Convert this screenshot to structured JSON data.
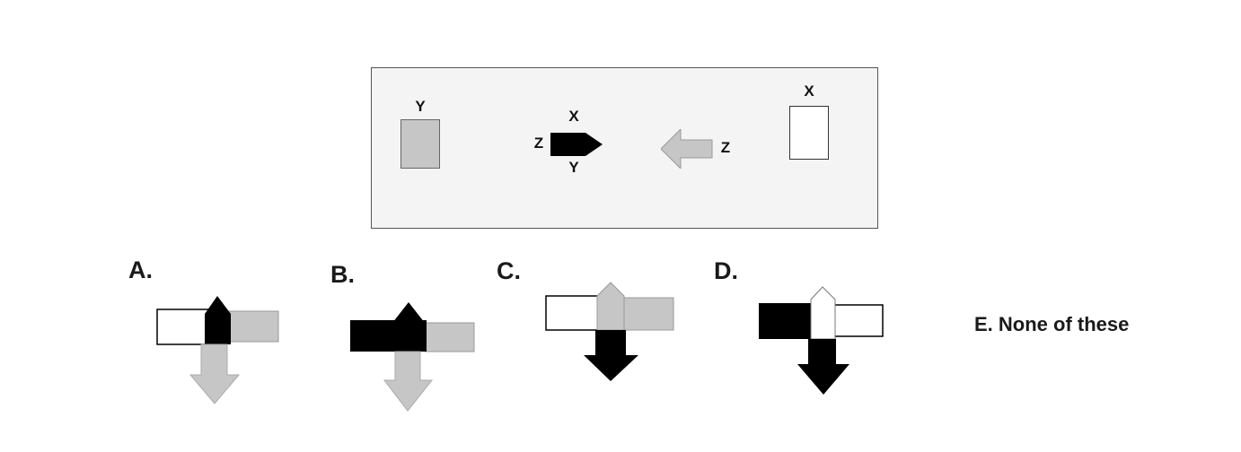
{
  "question": {
    "panel": {
      "piece_y_label": "Y",
      "arrow_black": {
        "top": "X",
        "left": "Z",
        "bottom": "Y"
      },
      "arrow_gray": {
        "right": "Z"
      },
      "piece_x_label": "X"
    },
    "options": [
      {
        "label": "A."
      },
      {
        "label": "B."
      },
      {
        "label": "C."
      },
      {
        "label": "D."
      }
    ],
    "option_e_label": "E. None of these"
  },
  "colors": {
    "black": "#000000",
    "gray": "#c6c6c6",
    "panel-bg": "#f4f4f4",
    "white": "#ffffff"
  }
}
